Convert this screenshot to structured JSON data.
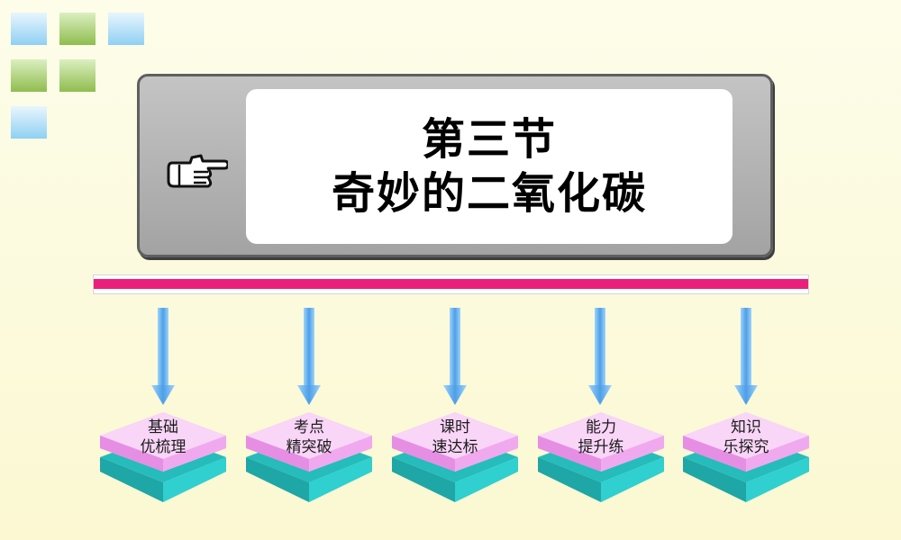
{
  "title": {
    "line1": "第三节",
    "line2": "奇妙的二氧化碳"
  },
  "icons": {
    "pointer": "pointing-hand-icon"
  },
  "colors": {
    "divider": "#ec1e7b",
    "arrow": "#5aa9ee",
    "node_top": "#f7b5f5",
    "node_base": "#2ec5c5"
  },
  "nodes": [
    {
      "line1": "基础",
      "line2": "优梳理"
    },
    {
      "line1": "考点",
      "line2": "精突破"
    },
    {
      "line1": "课时",
      "line2": "速达标"
    },
    {
      "line1": "能力",
      "line2": "提升练"
    },
    {
      "line1": "知识",
      "line2": "乐探究"
    }
  ]
}
